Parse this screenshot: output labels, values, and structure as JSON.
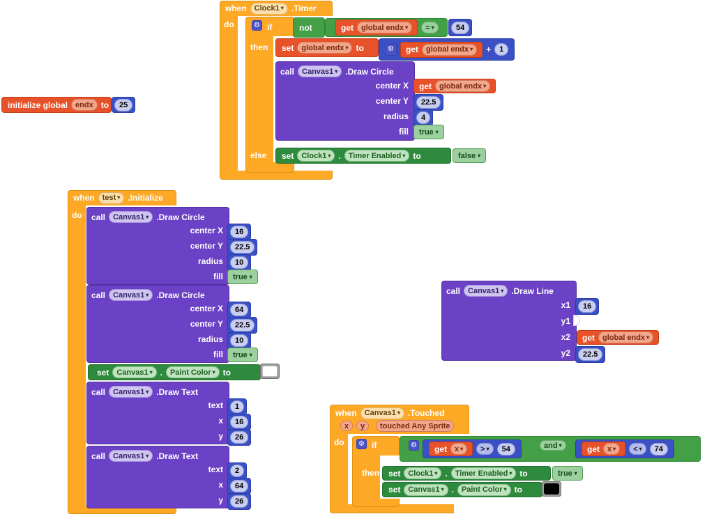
{
  "palette": {
    "event_orange": "#FEA926",
    "variable_red": "#E8522A",
    "math_blue": "#3B50C4",
    "logic_green": "#43A047",
    "setter_green": "#2E8B3E",
    "method_purple": "#6B41C6"
  },
  "init_global": {
    "kw": "initialize global",
    "name": "endx",
    "to": "to",
    "value": "25"
  },
  "clock_timer": {
    "when": "when",
    "component": "Clock1",
    "event": ".Timer",
    "do": "do",
    "if": "if",
    "then": "then",
    "else": "else",
    "not": "not",
    "cond": {
      "get": "get",
      "var": "global endx",
      "op": "=",
      "value": "54"
    },
    "set_var": {
      "set": "set",
      "var": "global endx",
      "to": "to"
    },
    "add": {
      "get": "get",
      "var": "global endx",
      "op": "+",
      "value": "1"
    },
    "draw_circle": {
      "call": "call",
      "component": "Canvas1",
      "method": ".Draw Circle",
      "p1": "center X",
      "p2": "center Y",
      "p3": "radius",
      "p4": "fill",
      "v1_get": "get",
      "v1_var": "global endx",
      "v2": "22.5",
      "v3": "4",
      "v4": "true"
    },
    "set_prop": {
      "set": "set",
      "component": "Clock1",
      "dot": ".",
      "prop": "Timer Enabled",
      "to": "to",
      "value": "false"
    }
  },
  "screen_init": {
    "when": "when",
    "component": "test",
    "event": ".Initialize",
    "do": "do",
    "circle1": {
      "call": "call",
      "component": "Canvas1",
      "method": ".Draw Circle",
      "p1": "center X",
      "p2": "center Y",
      "p3": "radius",
      "p4": "fill",
      "v1": "16",
      "v2": "22.5",
      "v3": "10",
      "v4": "true"
    },
    "circle2": {
      "call": "call",
      "component": "Canvas1",
      "method": ".Draw Circle",
      "p1": "center X",
      "p2": "center Y",
      "p3": "radius",
      "p4": "fill",
      "v1": "64",
      "v2": "22.5",
      "v3": "10",
      "v4": "true"
    },
    "set_paint": {
      "set": "set",
      "component": "Canvas1",
      "dot": ".",
      "prop": "Paint Color",
      "to": "to",
      "color": "#FFFFFF"
    },
    "text1": {
      "call": "call",
      "component": "Canvas1",
      "method": ".Draw Text",
      "p1": "text",
      "p2": "x",
      "p3": "y",
      "v1": "1",
      "v2": "16",
      "v3": "26"
    },
    "text2": {
      "call": "call",
      "component": "Canvas1",
      "method": ".Draw Text",
      "p1": "text",
      "p2": "x",
      "p3": "y",
      "v1": "2",
      "v2": "64",
      "v3": "26"
    }
  },
  "draw_line": {
    "call": "call",
    "component": "Canvas1",
    "method": ".Draw Line",
    "p1": "x1",
    "p2": "y1",
    "p3": "x2",
    "p4": "y2",
    "v1": "16",
    "v3_get": "get",
    "v3_var": "global endx",
    "v4": "22.5"
  },
  "canvas_touched": {
    "when": "when",
    "component": "Canvas1",
    "event": ".Touched",
    "params": [
      "x",
      "y",
      "touched Any Sprite"
    ],
    "do": "do",
    "if": "if",
    "then": "then",
    "and": "and",
    "cond1": {
      "get": "get",
      "var": "x",
      "op": ">",
      "value": "54"
    },
    "cond2": {
      "get": "get",
      "var": "x",
      "op": "<",
      "value": "74"
    },
    "set_timer": {
      "set": "set",
      "component": "Clock1",
      "dot": ".",
      "prop": "Timer Enabled",
      "to": "to",
      "value": "true"
    },
    "set_paint": {
      "set": "set",
      "component": "Canvas1",
      "dot": ".",
      "prop": "Paint Color",
      "to": "to",
      "color": "#000000"
    }
  }
}
